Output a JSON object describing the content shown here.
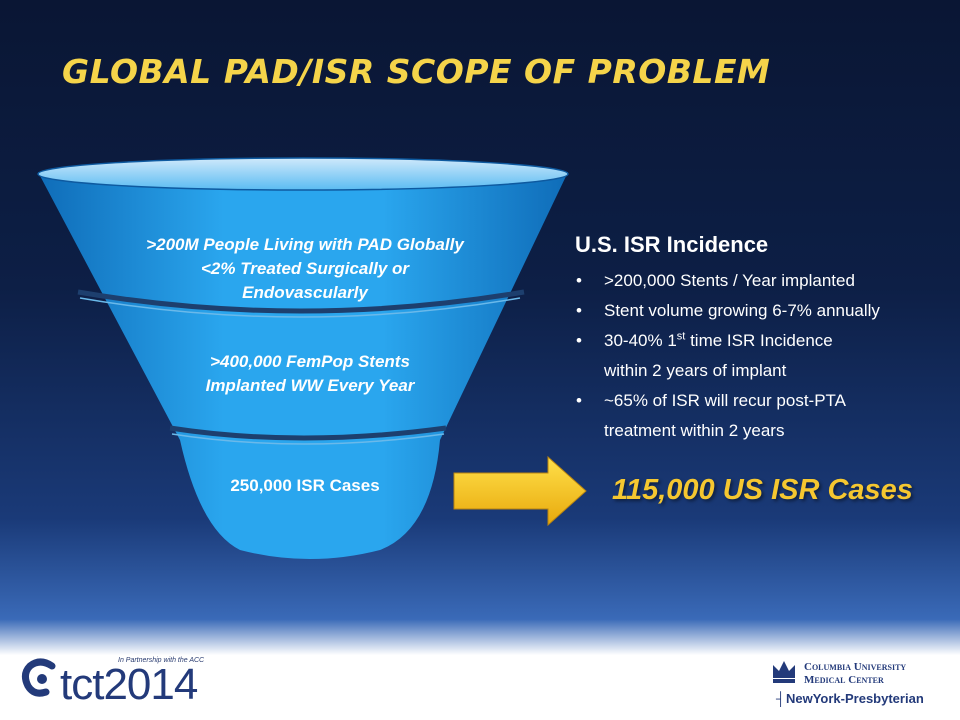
{
  "slide": {
    "title": "GLOBAL PAD/ISR SCOPE OF PROBLEM"
  },
  "funnel": {
    "tier1": {
      "line1": ">200M People Living with PAD Globally",
      "line2": "<2% Treated Surgically or",
      "line3": "Endovascularly"
    },
    "tier2": {
      "line1": ">400,000 FemPop Stents",
      "line2": "Implanted WW Every Year"
    },
    "tier3": {
      "line1": "250,000 ISR Cases"
    }
  },
  "incidence": {
    "heading": "U.S. ISR Incidence",
    "bullets": [
      {
        "text": ">200,000 Stents / Year implanted"
      },
      {
        "text": "Stent volume growing 6-7% annually"
      },
      {
        "pre": "30-40% 1",
        "sup": "st",
        "post": " time ISR Incidence",
        "cont": "within 2 years of implant"
      },
      {
        "text": "~65% of ISR will recur post-PTA",
        "cont": "treatment  within 2 years"
      }
    ]
  },
  "callout": {
    "text": "115,000 US ISR Cases"
  },
  "footer": {
    "tct_tagline": "In Partnership with the ACC",
    "tct_word": "tct2014",
    "cumc_line1": "Columbia University",
    "cumc_line2": "Medical Center",
    "nyp": "NewYork-Presbyterian"
  },
  "colors": {
    "title": "#f5d44a",
    "funnel_fill": "#1a8fd8",
    "arrow_fill": "#f5c518",
    "callout": "#f5c730"
  }
}
